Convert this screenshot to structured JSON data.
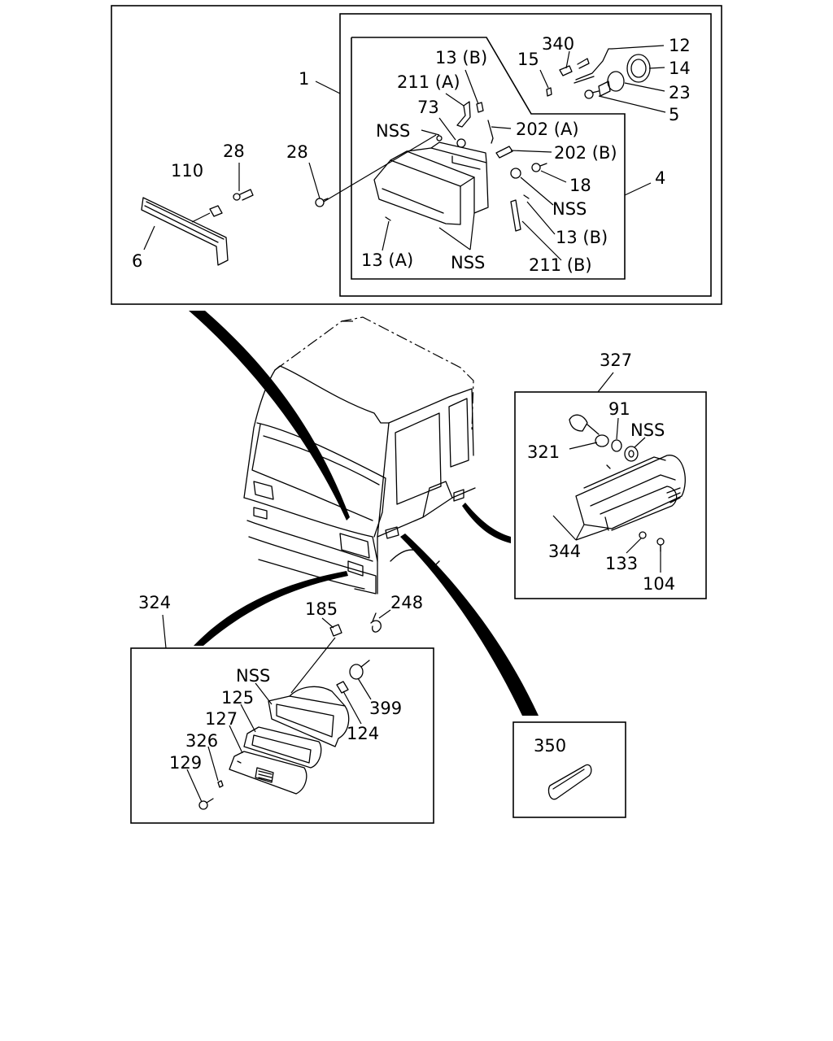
{
  "callouts": {
    "p1": "1",
    "p4": "4",
    "p6": "6",
    "p110": "110",
    "p28a": "28",
    "p28b": "28",
    "p13b_top": "13 (B)",
    "p211a": "211 (A)",
    "p73": "73",
    "nss_headlamp_top": "NSS",
    "p202a": "202 (A)",
    "p202b": "202 (B)",
    "p15": "15",
    "p340": "340",
    "p12": "12",
    "p14": "14",
    "p23": "23",
    "p5": "5",
    "p18": "18",
    "nss_headlamp_right": "NSS",
    "p13b_bottom": "13 (B)",
    "p211b": "211 (B)",
    "p13a": "13 (A)",
    "nss_headlamp_bottom": "NSS",
    "p327": "327",
    "p91": "91",
    "nss_side": "NSS",
    "p321": "321",
    "p344": "344",
    "p133": "133",
    "p104": "104",
    "p324": "324",
    "p185": "185",
    "p248": "248",
    "nss_front": "NSS",
    "p125": "125",
    "p127": "127",
    "p326": "326",
    "p129": "129",
    "p399": "399",
    "p124": "124",
    "p350": "350"
  },
  "icons": {
    "headlamp": "headlamp-icon",
    "side_turn_lamp": "side-turn-lamp-icon",
    "front_lamp": "front-lamp-icon",
    "reflector": "reflector-icon",
    "cab": "truck-cab-icon"
  }
}
